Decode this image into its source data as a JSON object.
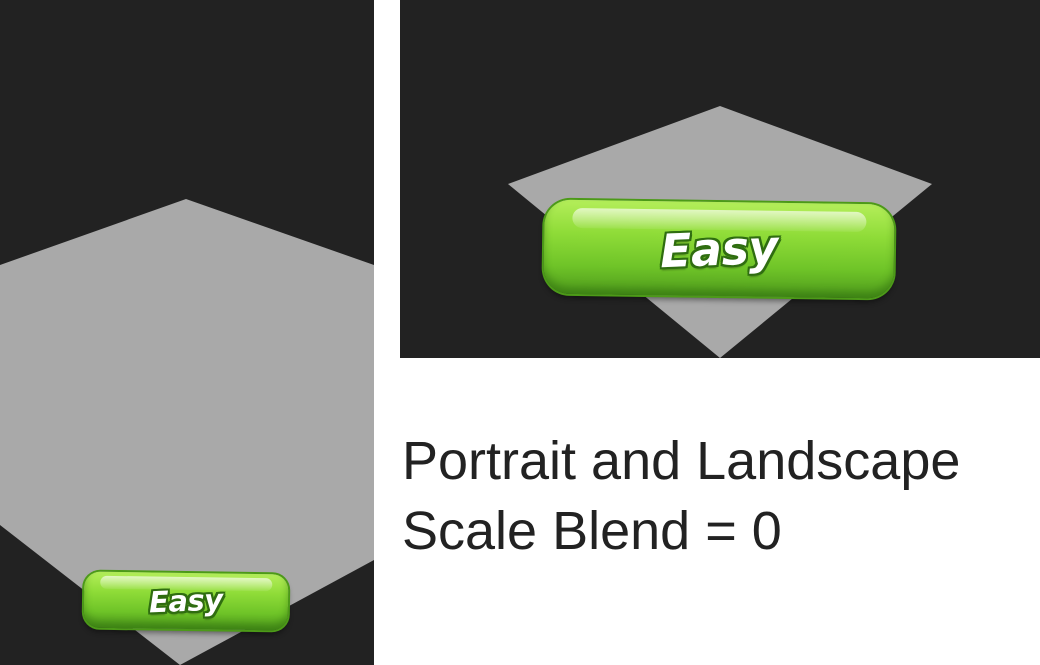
{
  "portrait_view": {
    "button_label": "Easy"
  },
  "landscape_view": {
    "button_label": "Easy"
  },
  "caption": {
    "line1": "Portrait and Landscape",
    "line2": "Scale Blend = 0"
  },
  "colors": {
    "background": "#222222",
    "diamond": "#a9a9a9",
    "button_green": "#8fdc38",
    "button_outline": "#2f6d10",
    "page": "#ffffff",
    "caption_text": "#222222"
  }
}
